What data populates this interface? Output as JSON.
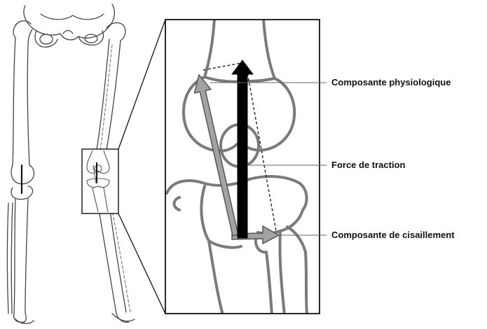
{
  "labels": {
    "physiological": "Composante physiologique",
    "traction": "Force de traction",
    "shear": "Composante de cisaillement"
  },
  "colors": {
    "bone_outline": "#777777",
    "bone_outline_dark": "#444444",
    "traction_arrow": "#000000",
    "component_arrow": "#a3a3a3",
    "component_arrow_edge": "#555555",
    "frame": "#111111"
  }
}
